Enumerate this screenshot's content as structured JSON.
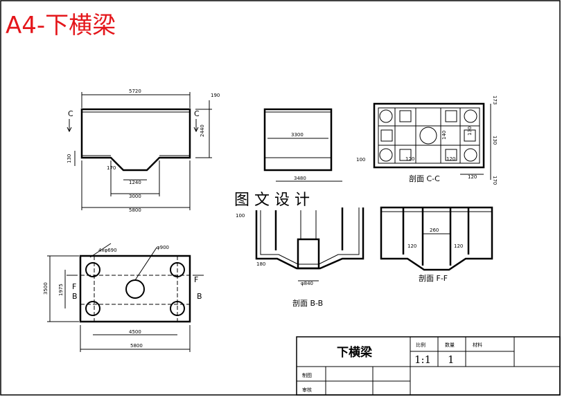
{
  "header": {
    "title": "A4-下横梁",
    "title_color": "#e4161b"
  },
  "watermark": {
    "text": "图 文 设 计"
  },
  "front_view": {
    "dims": {
      "top": "5720",
      "right_top": "190",
      "height": "2440",
      "left_side": "130",
      "bottom_inner": "1240",
      "bottom_mid": "3000",
      "bottom_total": "5800",
      "slope": "170"
    },
    "section_marks": {
      "left": "C",
      "right": "C"
    }
  },
  "side_view": {
    "dims": {
      "width": "3300"
    }
  },
  "section_cc": {
    "label": "剖面 C-C",
    "dims": {
      "right1": "173",
      "right2": "130",
      "right3": "170",
      "left": "100",
      "inner1": "120",
      "inner2": "120",
      "bottom": "120",
      "vert1": "140",
      "vert2": "130"
    }
  },
  "section_bb": {
    "label": "剖面 B-B",
    "dims": {
      "top": "3480",
      "left": "100",
      "bottom_left": "180",
      "diameter": "φ840"
    }
  },
  "section_ff": {
    "label": "剖面 F-F",
    "dims": {
      "mid": "260",
      "left": "120",
      "right": "120"
    }
  },
  "plan_view": {
    "dims": {
      "holes": "4xφ690",
      "center": "φ900",
      "height": "3500",
      "inner_height": "1975",
      "inner_width": "4500",
      "width": "5800"
    },
    "section_marks": {
      "b_left": "B",
      "b_right": "B",
      "f_left": "F",
      "f_right": "F"
    }
  },
  "title_block": {
    "name": "下横梁",
    "ratio_label": "比例",
    "qty_label": "数量",
    "material_label": "材料",
    "ratio_value": "1:1",
    "qty_value": "1",
    "drawn_label": "制图",
    "checked_label": "审核"
  }
}
